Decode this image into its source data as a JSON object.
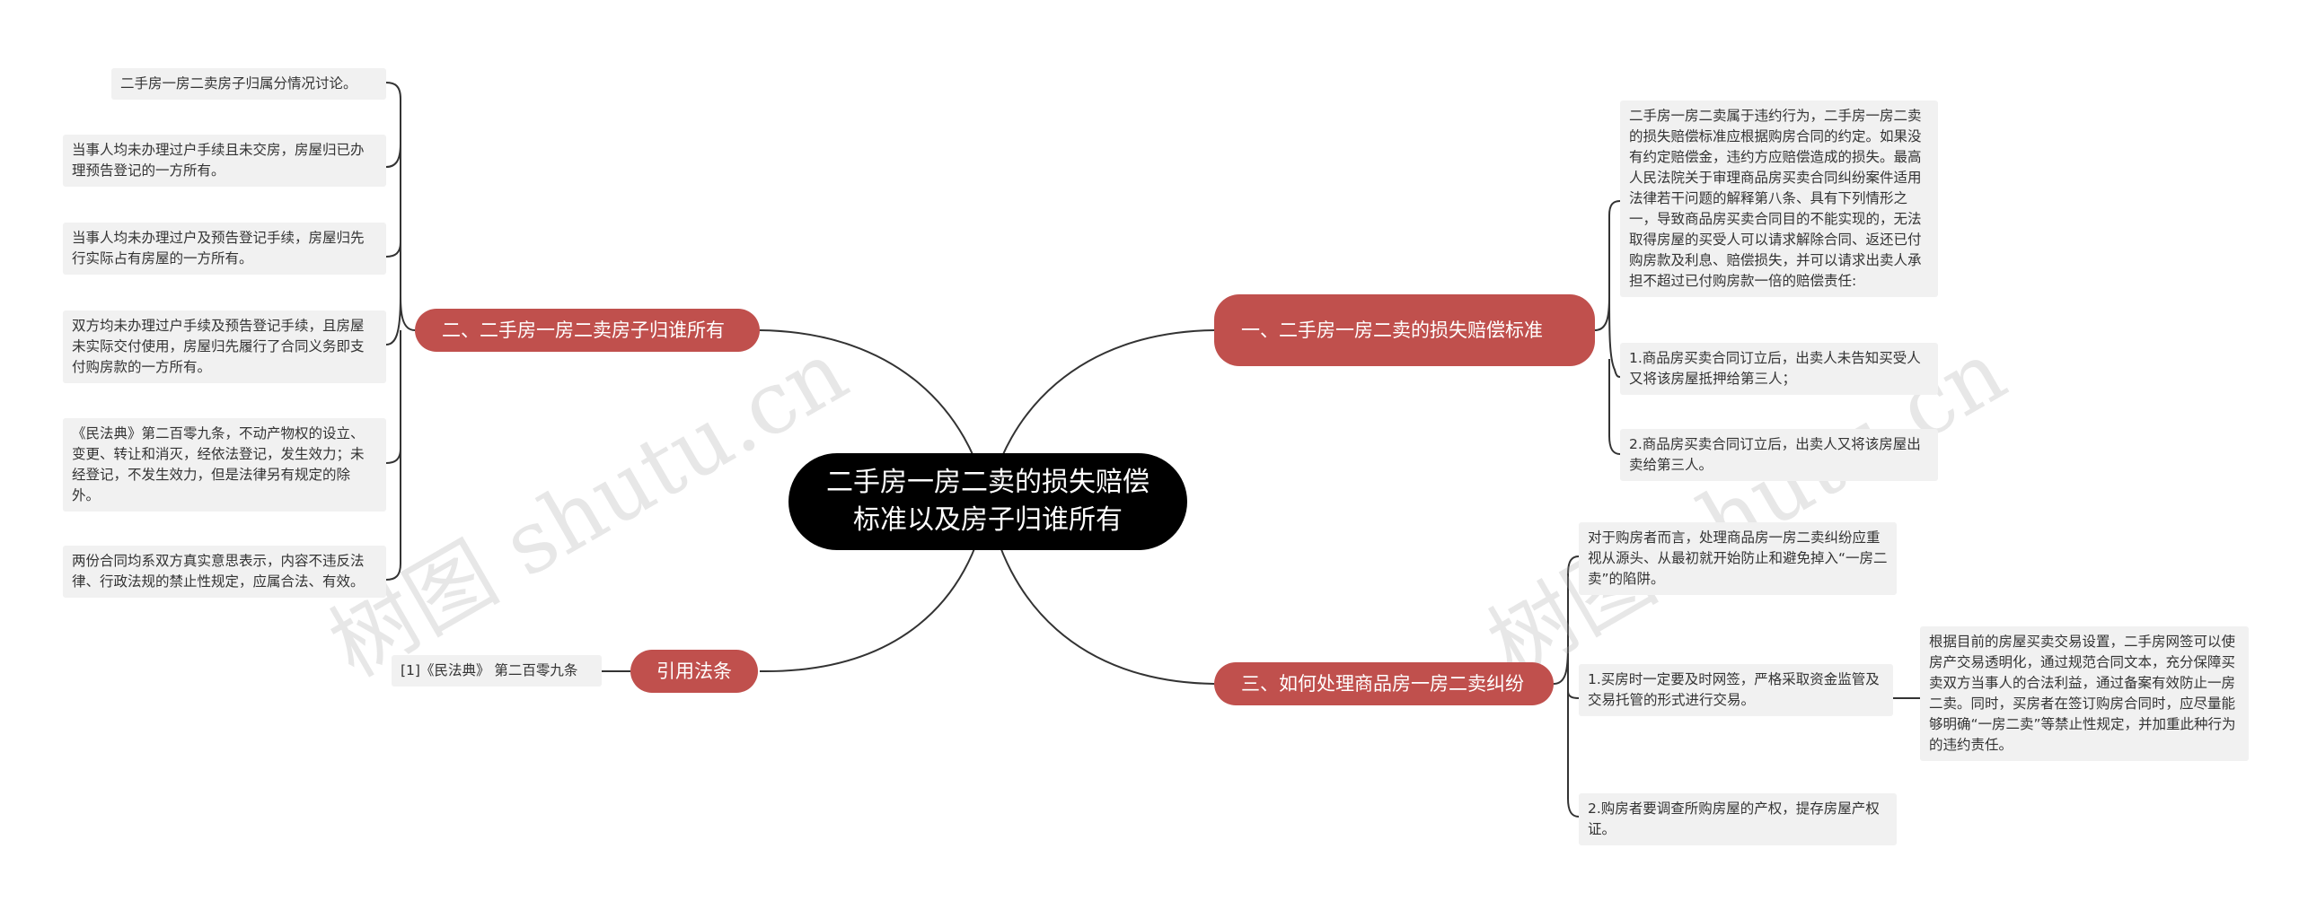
{
  "root": {
    "title": "二手房一房二卖的损失赔偿标准以及房子归谁所有"
  },
  "branches": {
    "b1": {
      "label": "一、二手房一房二卖的损失赔偿标准",
      "leaves": [
        "二手房一房二卖属于违约行为，二手房一房二卖的损失赔偿标准应根据购房合同的约定。如果没有约定赔偿金，违约方应赔偿造成的损失。最高人民法院关于审理商品房买卖合同纠纷案件适用法律若干问题的解释第八条、具有下列情形之一，导致商品房买卖合同目的不能实现的，无法取得房屋的买受人可以请求解除合同、返还已付购房款及利息、赔偿损失，并可以请求出卖人承担不超过已付购房款一倍的赔偿责任:",
        "1.商品房买卖合同订立后，出卖人未告知买受人又将该房屋抵押给第三人；",
        "2.商品房买卖合同订立后，出卖人又将该房屋出卖给第三人。"
      ]
    },
    "b2": {
      "label": "二、二手房一房二卖房子归谁所有",
      "leaves": [
        "二手房一房二卖房子归属分情况讨论。",
        "当事人均未办理过户手续且未交房，房屋归已办理预告登记的一方所有。",
        "当事人均未办理过户及预告登记手续，房屋归先行实际占有房屋的一方所有。",
        "双方均未办理过户手续及预告登记手续，且房屋未实际交付使用，房屋归先履行了合同义务即支付购房款的一方所有。",
        "《民法典》第二百零九条，不动产物权的设立、变更、转让和消灭，经依法登记，发生效力；未经登记，不发生效力，但是法律另有规定的除外。",
        "两份合同均系双方真实意思表示，内容不违反法律、行政法规的禁止性规定，应属合法、有效。"
      ]
    },
    "b3": {
      "label": "三、如何处理商品房一房二卖纠纷",
      "leaves": [
        "对于购房者而言，处理商品房一房二卖纠纷应重视从源头、从最初就开始防止和避免掉入“一房二卖”的陷阱。",
        "1.买房时一定要及时网签，严格采取资金监管及交易托管的形式进行交易。",
        "2.购房者要调查所购房屋的产权，提存房屋产权证。"
      ],
      "subleaf": "根据目前的房屋买卖交易设置，二手房网签可以使房产交易透明化，通过规范合同文本，充分保障买卖双方当事人的合法利益，通过备案有效防止一房二卖。同时，买房者在签订购房合同时，应尽量能够明确“一房二卖”等禁止性规定，并加重此种行为的违约责任。"
    },
    "b4": {
      "label": "引用法条",
      "leaves": [
        "[1]《民法典》 第二百零九条"
      ]
    }
  },
  "watermark": [
    "树图 shutu.cn",
    "树图 shutu.cn"
  ],
  "colors": {
    "root": "#000000",
    "branch": "#c0504d",
    "leaf_bg": "#f1f1f1",
    "line": "#333333"
  }
}
